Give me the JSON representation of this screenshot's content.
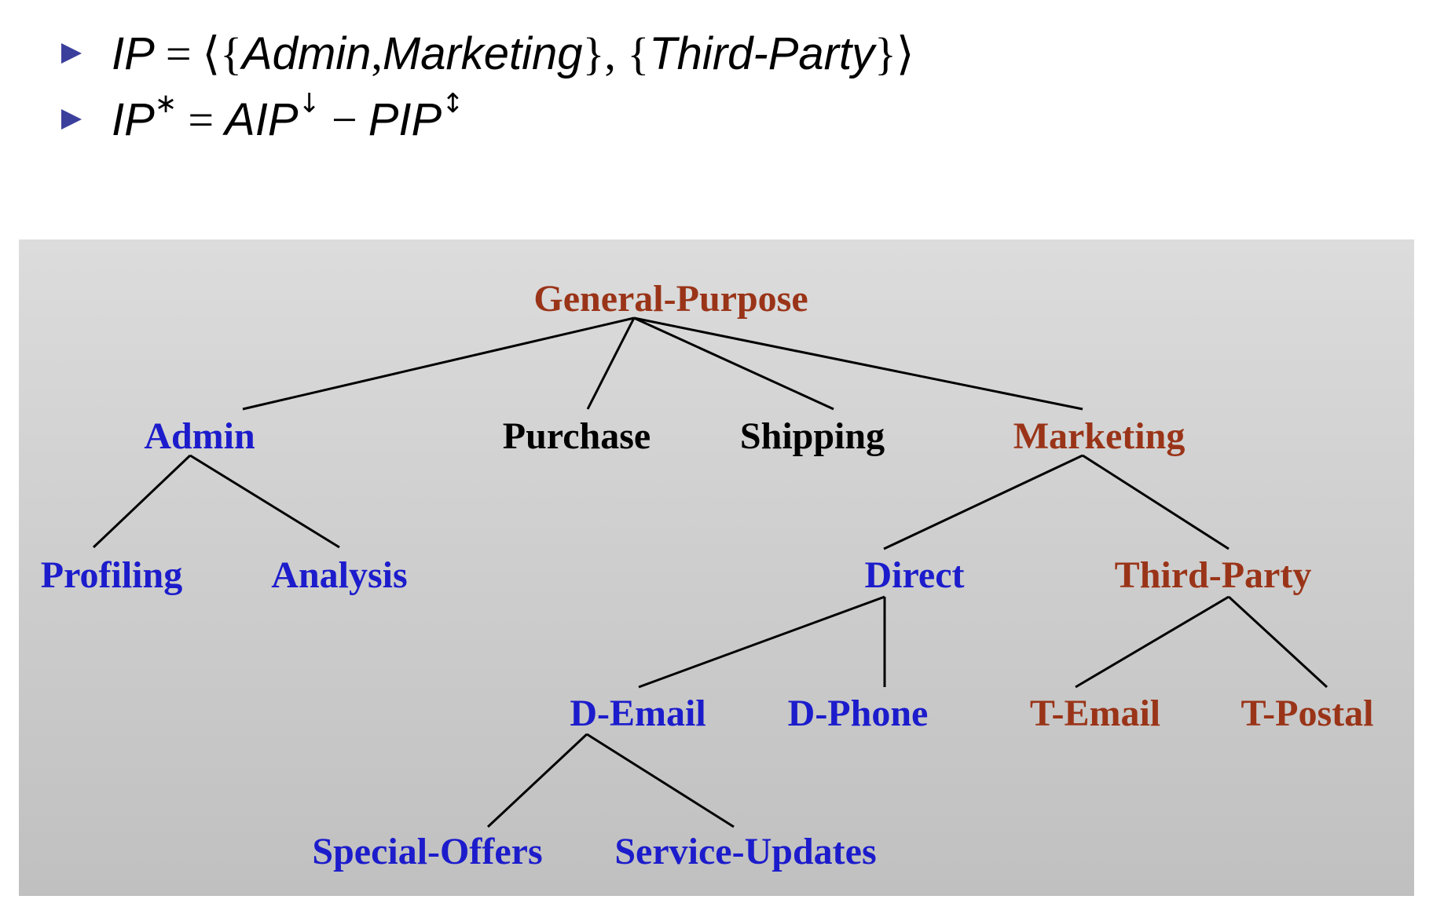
{
  "formulas": {
    "line1": {
      "lhs": "IP",
      "eq": "=",
      "open": "⟨{",
      "item1": "Admin",
      "comma1": ",",
      "item2": "Marketing",
      "mid": "}, {",
      "item3": "Third-Party",
      "close": "}⟩"
    },
    "line2": {
      "lhs": "IP",
      "lhs_sup": "∗",
      "eq": "=",
      "term1": "AIP",
      "term1_sup": "↓",
      "minus": "−",
      "term2": "PIP",
      "term2_sup": "↕"
    }
  },
  "colors": {
    "blue": "#1c1ccc",
    "brown": "#9a3418",
    "black": "#000000",
    "bullet": "#3b3f9c"
  },
  "tree": {
    "nodes": [
      {
        "id": "general-purpose",
        "label": "General-Purpose",
        "color": "brown"
      },
      {
        "id": "admin",
        "label": "Admin",
        "color": "blue"
      },
      {
        "id": "purchase",
        "label": "Purchase",
        "color": "black"
      },
      {
        "id": "shipping",
        "label": "Shipping",
        "color": "black"
      },
      {
        "id": "marketing",
        "label": "Marketing",
        "color": "brown"
      },
      {
        "id": "profiling",
        "label": "Profiling",
        "color": "blue"
      },
      {
        "id": "analysis",
        "label": "Analysis",
        "color": "blue"
      },
      {
        "id": "direct",
        "label": "Direct",
        "color": "blue"
      },
      {
        "id": "third-party",
        "label": "Third-Party",
        "color": "brown"
      },
      {
        "id": "d-email",
        "label": "D-Email",
        "color": "blue"
      },
      {
        "id": "d-phone",
        "label": "D-Phone",
        "color": "blue"
      },
      {
        "id": "t-email",
        "label": "T-Email",
        "color": "brown"
      },
      {
        "id": "t-postal",
        "label": "T-Postal",
        "color": "brown"
      },
      {
        "id": "special-offers",
        "label": "Special-Offers",
        "color": "blue"
      },
      {
        "id": "service-updates",
        "label": "Service-Updates",
        "color": "blue"
      }
    ],
    "edges": [
      [
        "general-purpose",
        "admin"
      ],
      [
        "general-purpose",
        "purchase"
      ],
      [
        "general-purpose",
        "shipping"
      ],
      [
        "general-purpose",
        "marketing"
      ],
      [
        "admin",
        "profiling"
      ],
      [
        "admin",
        "analysis"
      ],
      [
        "marketing",
        "direct"
      ],
      [
        "marketing",
        "third-party"
      ],
      [
        "direct",
        "d-email"
      ],
      [
        "direct",
        "d-phone"
      ],
      [
        "third-party",
        "t-email"
      ],
      [
        "third-party",
        "t-postal"
      ],
      [
        "d-email",
        "special-offers"
      ],
      [
        "d-email",
        "service-updates"
      ]
    ]
  }
}
